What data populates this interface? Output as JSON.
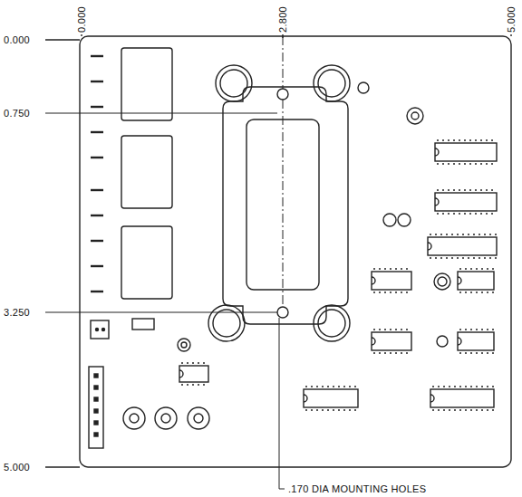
{
  "diagram": {
    "labels": [
      "0.000",
      "2.800",
      "5.000",
      "0.000",
      "0.750",
      "3.250",
      "5.000",
      ".170 DIA MOUNTING HOLES"
    ]
  }
}
